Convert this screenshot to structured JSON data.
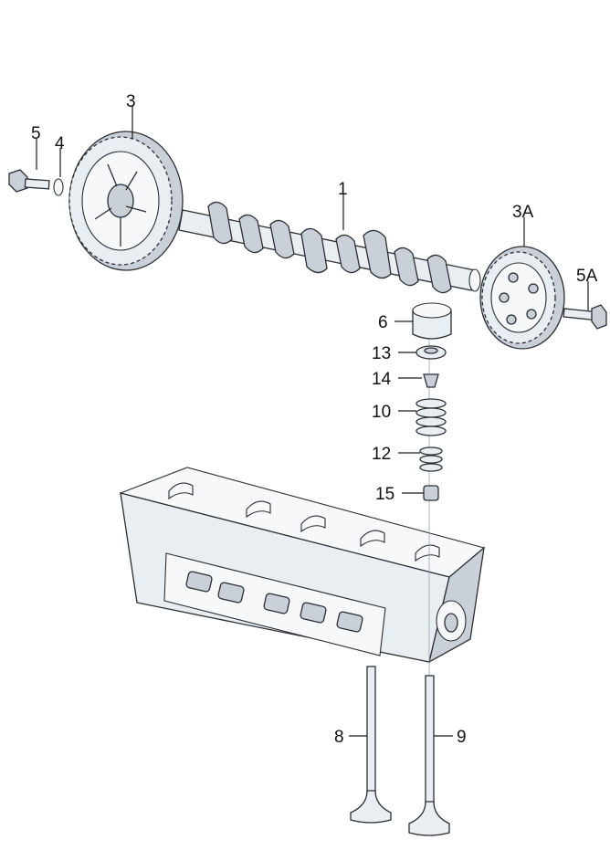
{
  "callouts": {
    "camshaft": "1",
    "sprocket": "3",
    "sprocket_alt": "3A",
    "washer": "4",
    "bolt": "5",
    "bolt_alt": "5A",
    "bucket_tappet": "6",
    "intake_valve": "8",
    "exhaust_valve": "9",
    "outer_spring": "10",
    "inner_spring": "12",
    "spring_retainer": "13",
    "valve_cotters": "14",
    "valve_stem_seal": "15"
  }
}
